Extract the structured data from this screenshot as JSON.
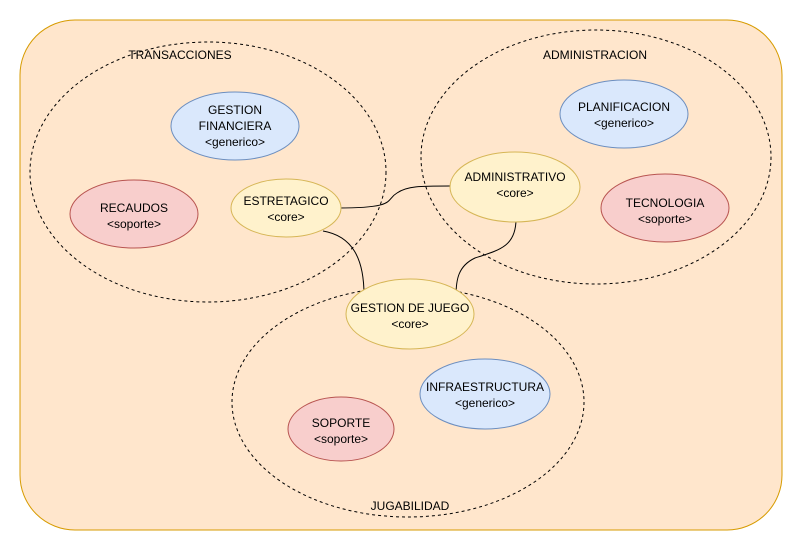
{
  "colors": {
    "background": "#ffffff",
    "container_fill": "#ffe6cc",
    "container_stroke": "#d79b00",
    "core_fill": "#fff2cc",
    "core_stroke": "#d6b656",
    "generic_fill": "#dae8fc",
    "generic_stroke": "#6c8ebf",
    "support_fill": "#f8cecc",
    "support_stroke": "#b85450"
  },
  "domains": {
    "transacciones": "TRANSACCIONES",
    "administracion": "ADMINISTRACION",
    "jugabilidad": "JUGABILIDAD"
  },
  "nodes": {
    "gestion_financiera": {
      "line1": "GESTION",
      "line2": "FINANCIERA",
      "type": "<generico>"
    },
    "recaudos": {
      "name": "RECAUDOS",
      "type": "<soporte>"
    },
    "estrategico": {
      "name": "ESTRETAGICO",
      "type": "<core>"
    },
    "planificacion": {
      "name": "PLANIFICACION",
      "type": "<generico>"
    },
    "administrativo": {
      "name": "ADMINISTRATIVO",
      "type": "<core>"
    },
    "tecnologia": {
      "name": "TECNOLOGIA",
      "type": "<soporte>"
    },
    "gestion_juego": {
      "name": "GESTION DE JUEGO",
      "type": "<core>"
    },
    "infraestructura": {
      "name": "INFRAESTRUCTURA",
      "type": "<generico>"
    },
    "soporte": {
      "name": "SOPORTE",
      "type": "<soporte>"
    }
  }
}
